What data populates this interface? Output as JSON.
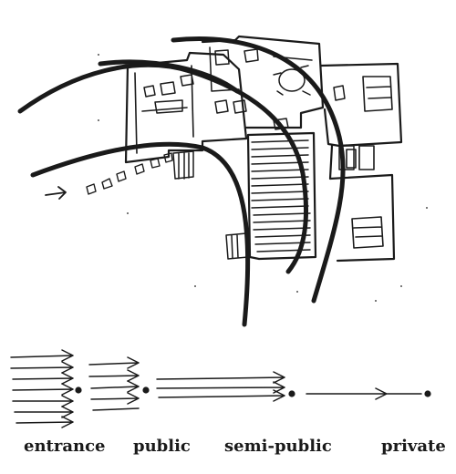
{
  "gradient": {
    "labels": [
      "entrance",
      "public",
      "semi-public",
      "private"
    ]
  }
}
